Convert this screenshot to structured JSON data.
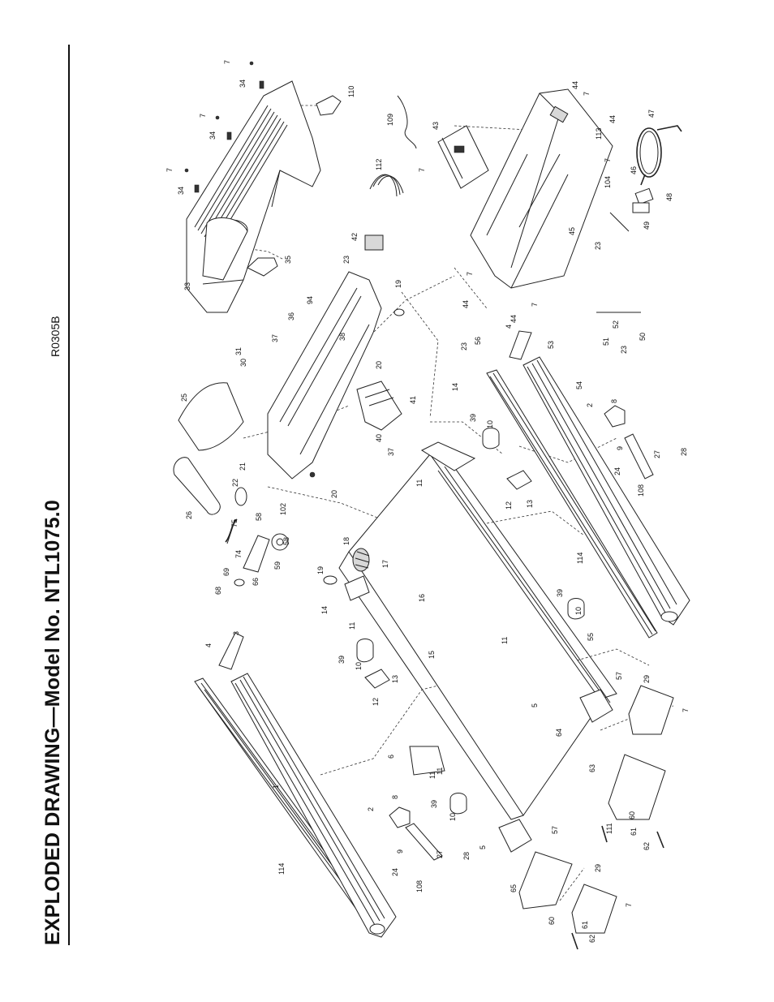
{
  "header": {
    "title": "EXPLODED DRAWING—Model No. NTL1075.0",
    "drawing_code": "R0305B"
  },
  "part_labels": [
    "7",
    "34",
    "110",
    "7",
    "34",
    "7",
    "34",
    "33",
    "35",
    "109",
    "43",
    "44",
    "7",
    "44",
    "113",
    "7",
    "47",
    "112",
    "7",
    "42",
    "23",
    "94",
    "19",
    "20",
    "38",
    "36",
    "37",
    "31",
    "30",
    "25",
    "104",
    "46",
    "48",
    "49",
    "23",
    "45",
    "7",
    "44",
    "7",
    "44",
    "26",
    "22",
    "21",
    "20",
    "58",
    "102",
    "75",
    "74",
    "59",
    "58",
    "69",
    "68",
    "66",
    "19",
    "18",
    "17",
    "16",
    "14",
    "11",
    "41",
    "40",
    "37",
    "23",
    "56",
    "4",
    "53",
    "51",
    "52",
    "23",
    "50",
    "39",
    "10",
    "14",
    "11",
    "12",
    "13",
    "54",
    "2",
    "8",
    "9",
    "27",
    "24",
    "28",
    "108",
    "4",
    "3",
    "39",
    "10",
    "12",
    "13",
    "15",
    "11",
    "39",
    "10",
    "114",
    "11",
    "55",
    "5",
    "57",
    "29",
    "7",
    "63",
    "64",
    "6",
    "1",
    "114",
    "11",
    "2",
    "8",
    "9",
    "27",
    "24",
    "28",
    "108",
    "39",
    "10",
    "5",
    "57",
    "111",
    "60",
    "61",
    "62",
    "65",
    "29",
    "7",
    "60",
    "61",
    "62"
  ]
}
